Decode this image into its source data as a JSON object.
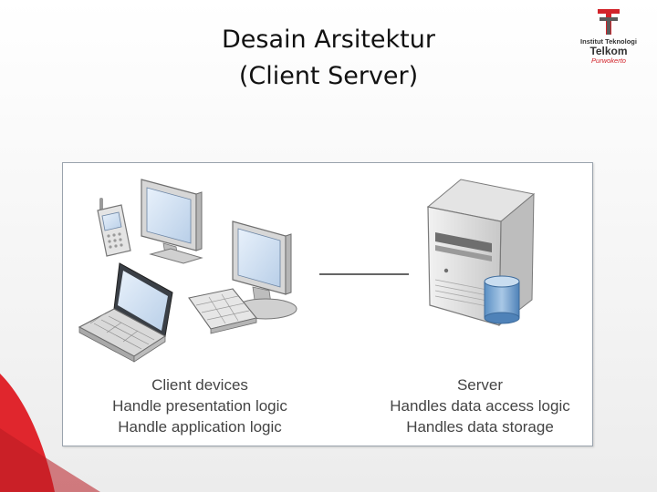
{
  "slide": {
    "title_line1": "Desain Arsitektur",
    "title_line2": "(Client Server)"
  },
  "logo": {
    "line1": "Institut Teknologi",
    "line2": "Telkom",
    "line3": "Purwokerto"
  },
  "diagram": {
    "client": {
      "heading": "Client devices",
      "line1": "Handle presentation logic",
      "line2": "Handle application logic"
    },
    "server": {
      "heading": "Server",
      "line1": "Handles data access logic",
      "line2": "Handles data storage"
    }
  },
  "colors": {
    "accent_red": "#d2232a",
    "frame_border": "#9aa3ad"
  }
}
